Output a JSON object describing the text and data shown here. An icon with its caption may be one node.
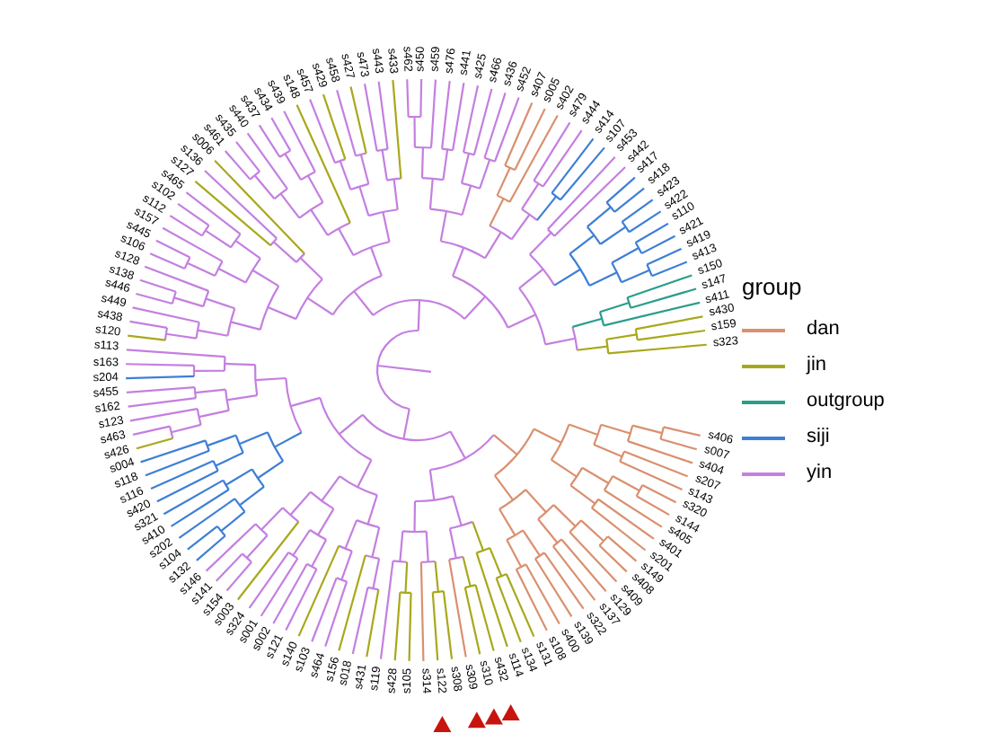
{
  "diagram": {
    "labels": [
      "s406",
      "s007",
      "s404",
      "s207",
      "s143",
      "s320",
      "s144",
      "s405",
      "s401",
      "s201",
      "s149",
      "s408",
      "s409",
      "s129",
      "s137",
      "s322",
      "s139",
      "s400",
      "s108",
      "s131",
      "s134",
      "s114",
      "s432",
      "s310",
      "s309",
      "s308",
      "s122",
      "s314",
      "s105",
      "s428",
      "s119",
      "s431",
      "s018",
      "s156",
      "s464",
      "s103",
      "s140",
      "s121",
      "s002",
      "s001",
      "s324",
      "s003",
      "s154",
      "s141",
      "s146",
      "s132",
      "s104",
      "s202",
      "s410",
      "s321",
      "s420",
      "s116",
      "s118",
      "s004",
      "s426",
      "s463",
      "s123",
      "s162",
      "s455",
      "s204",
      "s163",
      "s113",
      "s120",
      "s438",
      "s449",
      "s446",
      "s138",
      "s128",
      "s106",
      "s445",
      "s157",
      "s112",
      "s102",
      "s465",
      "s127",
      "s136",
      "s006",
      "s461",
      "s435",
      "s440",
      "s437",
      "s434",
      "s439",
      "s148",
      "s457",
      "s429",
      "s458",
      "s427",
      "s473",
      "s443",
      "s433",
      "s462",
      "s450",
      "s459",
      "s476",
      "s441",
      "s425",
      "s466",
      "s436",
      "s452",
      "s407",
      "s005",
      "s402",
      "s479",
      "s444",
      "s414",
      "s107",
      "s453",
      "s442",
      "s417",
      "s418",
      "s423",
      "s422",
      "s110",
      "s421",
      "s419",
      "s413",
      "s150",
      "s147",
      "s411",
      "s430",
      "s159",
      "s323",
      "group"
    ],
    "legend": [
      {
        "text": "dan",
        "color": "#d9906f"
      },
      {
        "text": "jin",
        "color": "#a8a81c"
      },
      {
        "text": "outgroup",
        "color": "#2a9d8a"
      },
      {
        "text": "siji",
        "color": "#3d7fd6"
      },
      {
        "text": "yin",
        "color": "#c47fe0"
      }
    ]
  }
}
